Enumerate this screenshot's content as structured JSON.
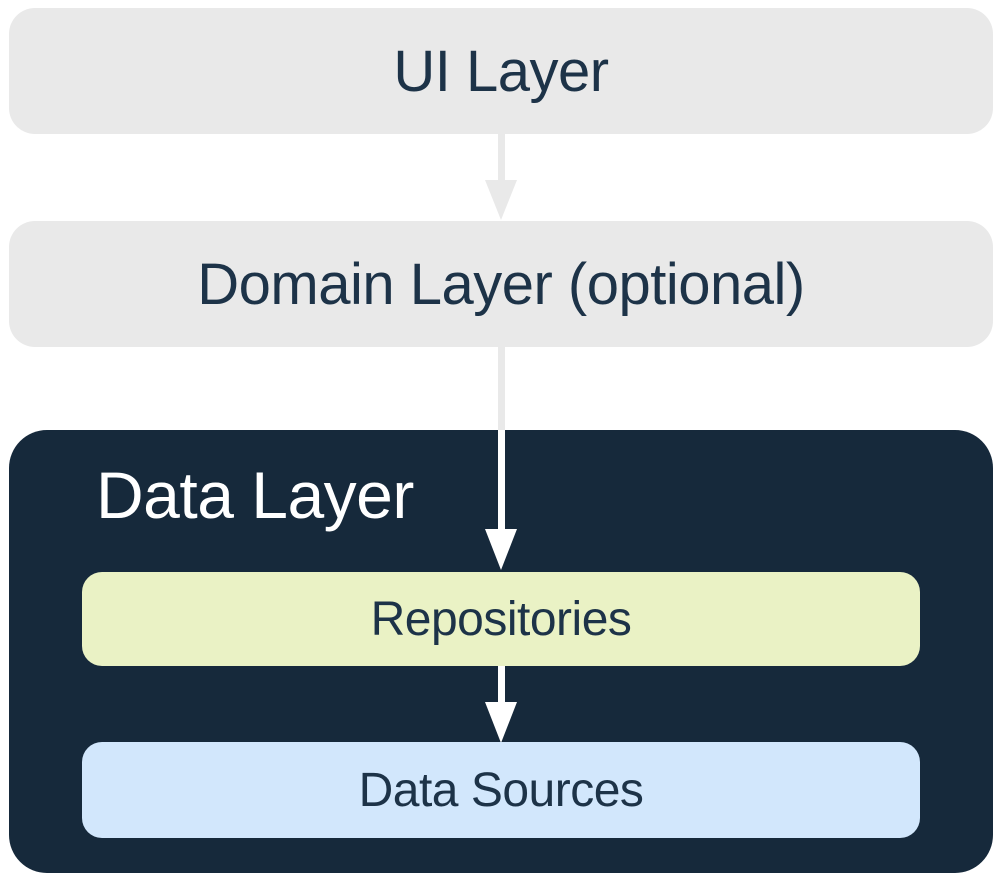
{
  "diagram": {
    "type": "layered-architecture-flowchart",
    "nodes": {
      "ui": {
        "label": "UI Layer"
      },
      "domain": {
        "label": "Domain Layer (optional)"
      },
      "data": {
        "label": "Data Layer"
      },
      "repositories": {
        "label": "Repositories"
      },
      "data_sources": {
        "label": "Data Sources"
      }
    },
    "edges": [
      {
        "from": "UI Layer",
        "to": "Domain Layer (optional)",
        "arrow_color": "#E9E9E9"
      },
      {
        "from": "Domain Layer (optional)",
        "to": "Repositories",
        "arrow_color": "#E9E9E9 outside Data Layer, #FFFFFF inside"
      },
      {
        "from": "Repositories",
        "to": "Data Sources",
        "arrow_color": "#FFFFFF"
      }
    ],
    "colors": {
      "page_background": "#FFFFFF",
      "layer_box_gray": "#E9E9E9",
      "data_layer_navy": "#16293B",
      "label_navy": "#1D3348",
      "data_layer_title_white": "#FFFFFF",
      "repositories_lime": "#EAF2C5",
      "data_sources_blue": "#D2E7FC"
    }
  }
}
